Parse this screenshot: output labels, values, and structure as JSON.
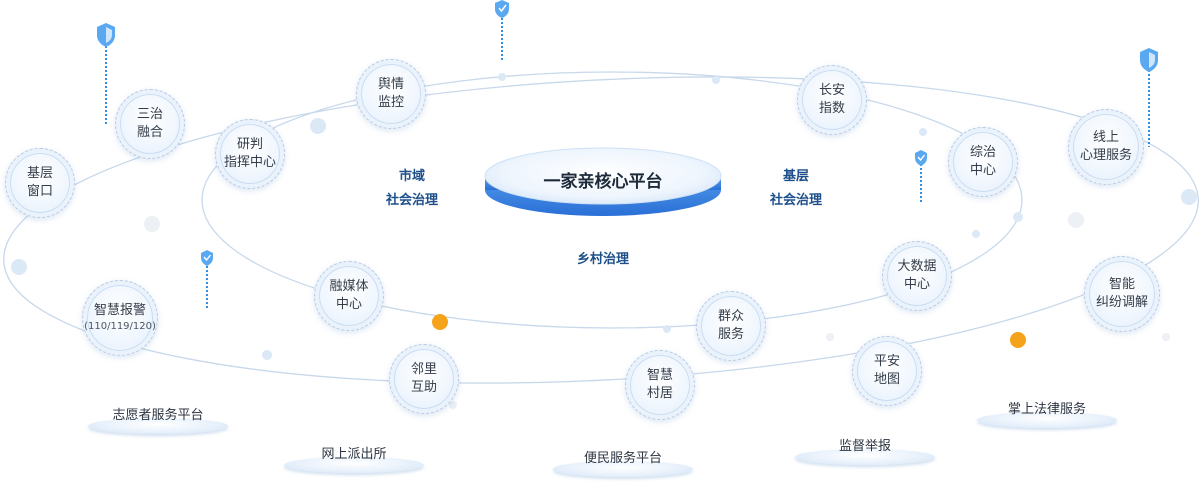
{
  "center": {
    "title": "一家亲核心平台"
  },
  "regions": {
    "city": [
      "市域",
      "社会治理"
    ],
    "grassroots": [
      "基层",
      "社会治理"
    ],
    "rural": "乡村治理"
  },
  "nodes": {
    "jiceng_chuangkou": [
      "基层",
      "窗口"
    ],
    "sanzhi_ronghe": [
      "三治",
      "融合"
    ],
    "yuqing_jiankong": [
      "舆情",
      "监控"
    ],
    "yanpan_zhihui": [
      "研判",
      "指挥中心"
    ],
    "changan_zhishu": [
      "长安",
      "指数"
    ],
    "zongzhi_zhongxin": [
      "综治",
      "中心"
    ],
    "xianshang_xinli": [
      "线上",
      "心理服务"
    ],
    "zhihui_baojing": [
      "智慧报警",
      "(110/119/120)"
    ],
    "rongmeiti": [
      "融媒体",
      "中心"
    ],
    "dashuju": [
      "大数据",
      "中心"
    ],
    "qunzhong_fuwu": [
      "群众",
      "服务"
    ],
    "zhineng_jiufen": [
      "智能",
      "纠纷调解"
    ],
    "linli_huzhu": [
      "邻里",
      "互助"
    ],
    "zhihui_cunju": [
      "智慧",
      "村居"
    ],
    "pingan_ditu": [
      "平安",
      "地图"
    ]
  },
  "platforms": {
    "volunteer": "志愿者服务平台",
    "online_police": "网上派出所",
    "convenience": "便民服务平台",
    "supervision": "监督举报",
    "legal": "掌上法律服务"
  },
  "colors": {
    "accent_orange": "#f5a31a",
    "ring_line": "#c5d6ea",
    "ring_dot": "#d9e9f8",
    "shield_blue": "#2f8fe6",
    "core_top": "#eef5fd",
    "core_edge": "#2f7fe0"
  }
}
